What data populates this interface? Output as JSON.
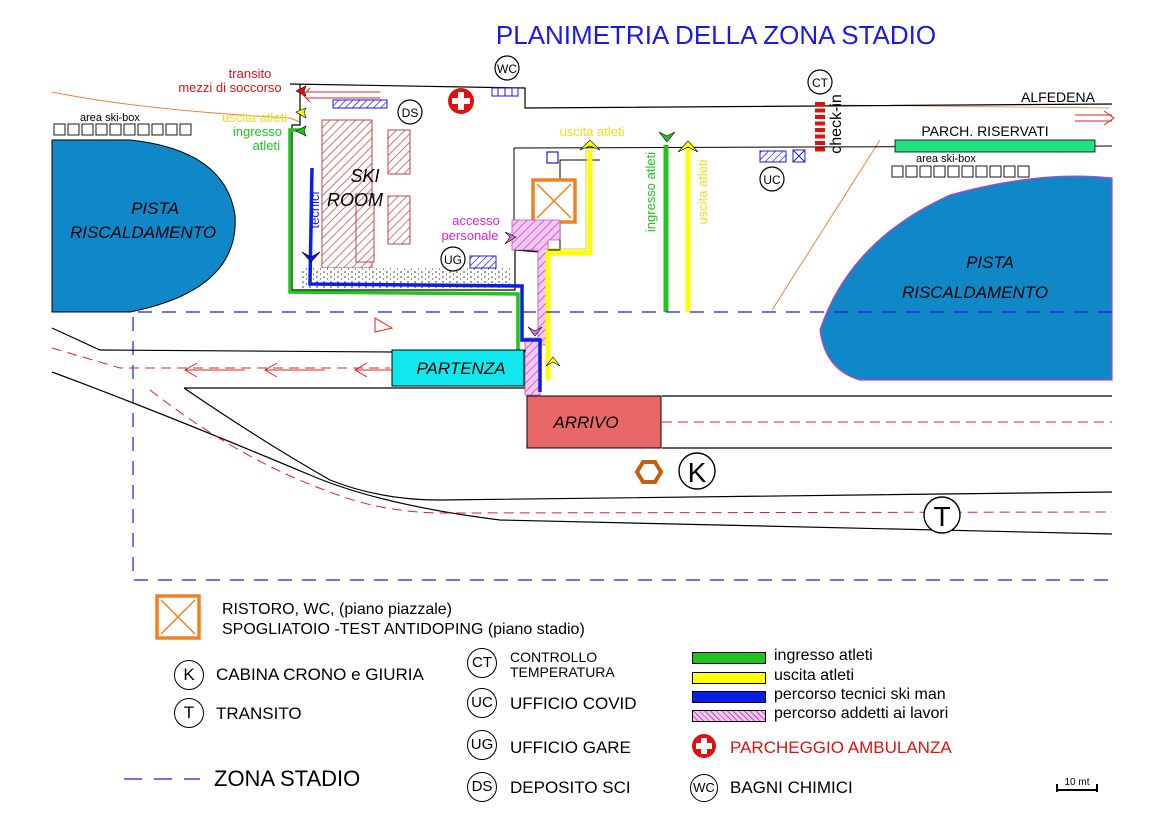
{
  "title": "PLANIMETRIA DELLA ZONA STADIO",
  "map_labels": {
    "transito": "transito",
    "mezzi_di_soccorso": "mezzi di soccorso",
    "uscita_atleti_left": "uscita atleti",
    "ingresso": "ingresso",
    "atleti": "atleti",
    "area_ski_box_left": "area ski-box",
    "area_ski_box_right": "area ski-box",
    "ski": "SKI",
    "room": "ROOM",
    "tecnici": "tecnici",
    "pista_left_1": "PISTA",
    "pista_left_2": "RISCALDAMENTO",
    "pista_right_1": "PISTA",
    "pista_right_2": "RISCALDAMENTO",
    "uscita_atleti_top": "uscita atleti",
    "ingresso_atleti_vertical": "ingresso atleti",
    "uscita_atleti_vertical": "uscita atleti",
    "accesso": "accesso",
    "personale": "personale",
    "alfedena": "ALFEDENA",
    "parch_riservati": "PARCH. RISERVATI",
    "check_in": "check-in",
    "partenza": "PARTENZA",
    "arrivo": "ARRIVO",
    "scale": "10 mt"
  },
  "circle_codes": {
    "wc": "WC",
    "ds": "DS",
    "ct": "CT",
    "uc": "UC",
    "ug": "UG",
    "k": "K",
    "t": "T"
  },
  "legend": {
    "ristoro_line1": "RISTORO, WC,  (piano piazzale)",
    "ristoro_line2": "SPOGLIATOIO -TEST ANTIDOPING (piano stadio)",
    "items_left": [
      {
        "code": "K",
        "label": "CABINA CRONO e GIURIA"
      },
      {
        "code": "T",
        "label": "TRANSITO"
      }
    ],
    "items_mid": [
      {
        "code": "CT",
        "label_line1": "CONTROLLO",
        "label_line2": "TEMPERATURA"
      },
      {
        "code": "UC",
        "label": "UFFICIO COVID"
      },
      {
        "code": "UG",
        "label": "UFFICIO GARE"
      },
      {
        "code": "DS",
        "label": "DEPOSITO SCI"
      }
    ],
    "paths": [
      {
        "label": "ingresso atleti",
        "color": "#1fc41f"
      },
      {
        "label": "uscita atleti",
        "color": "#ffff00"
      },
      {
        "label": "percorso tecnici ski man",
        "color": "#0a1fe6"
      },
      {
        "label": "percorso addetti ai lavori",
        "color": "#e8a8e8"
      }
    ],
    "ambulanza": "PARCHEGGIO AMBULANZA",
    "bagni_code": "WC",
    "bagni": "BAGNI CHIMICI",
    "zona_stadio": "ZONA STADIO"
  },
  "icons": [
    "ambulance-cross-icon",
    "restroom-icon",
    "chevron-arrow-icon"
  ],
  "colors": {
    "title_blue": "#1a1ae6",
    "pista_blue": "#1088c8",
    "green": "#1fc41f",
    "yellow": "#ffff00",
    "blue_path": "#0a1fe6",
    "pink": "#e070e0",
    "orange": "#f08020",
    "red": "#e01010",
    "partenza": "#10e8ee",
    "arrivo": "#e86868",
    "road_red": "#e02020"
  }
}
